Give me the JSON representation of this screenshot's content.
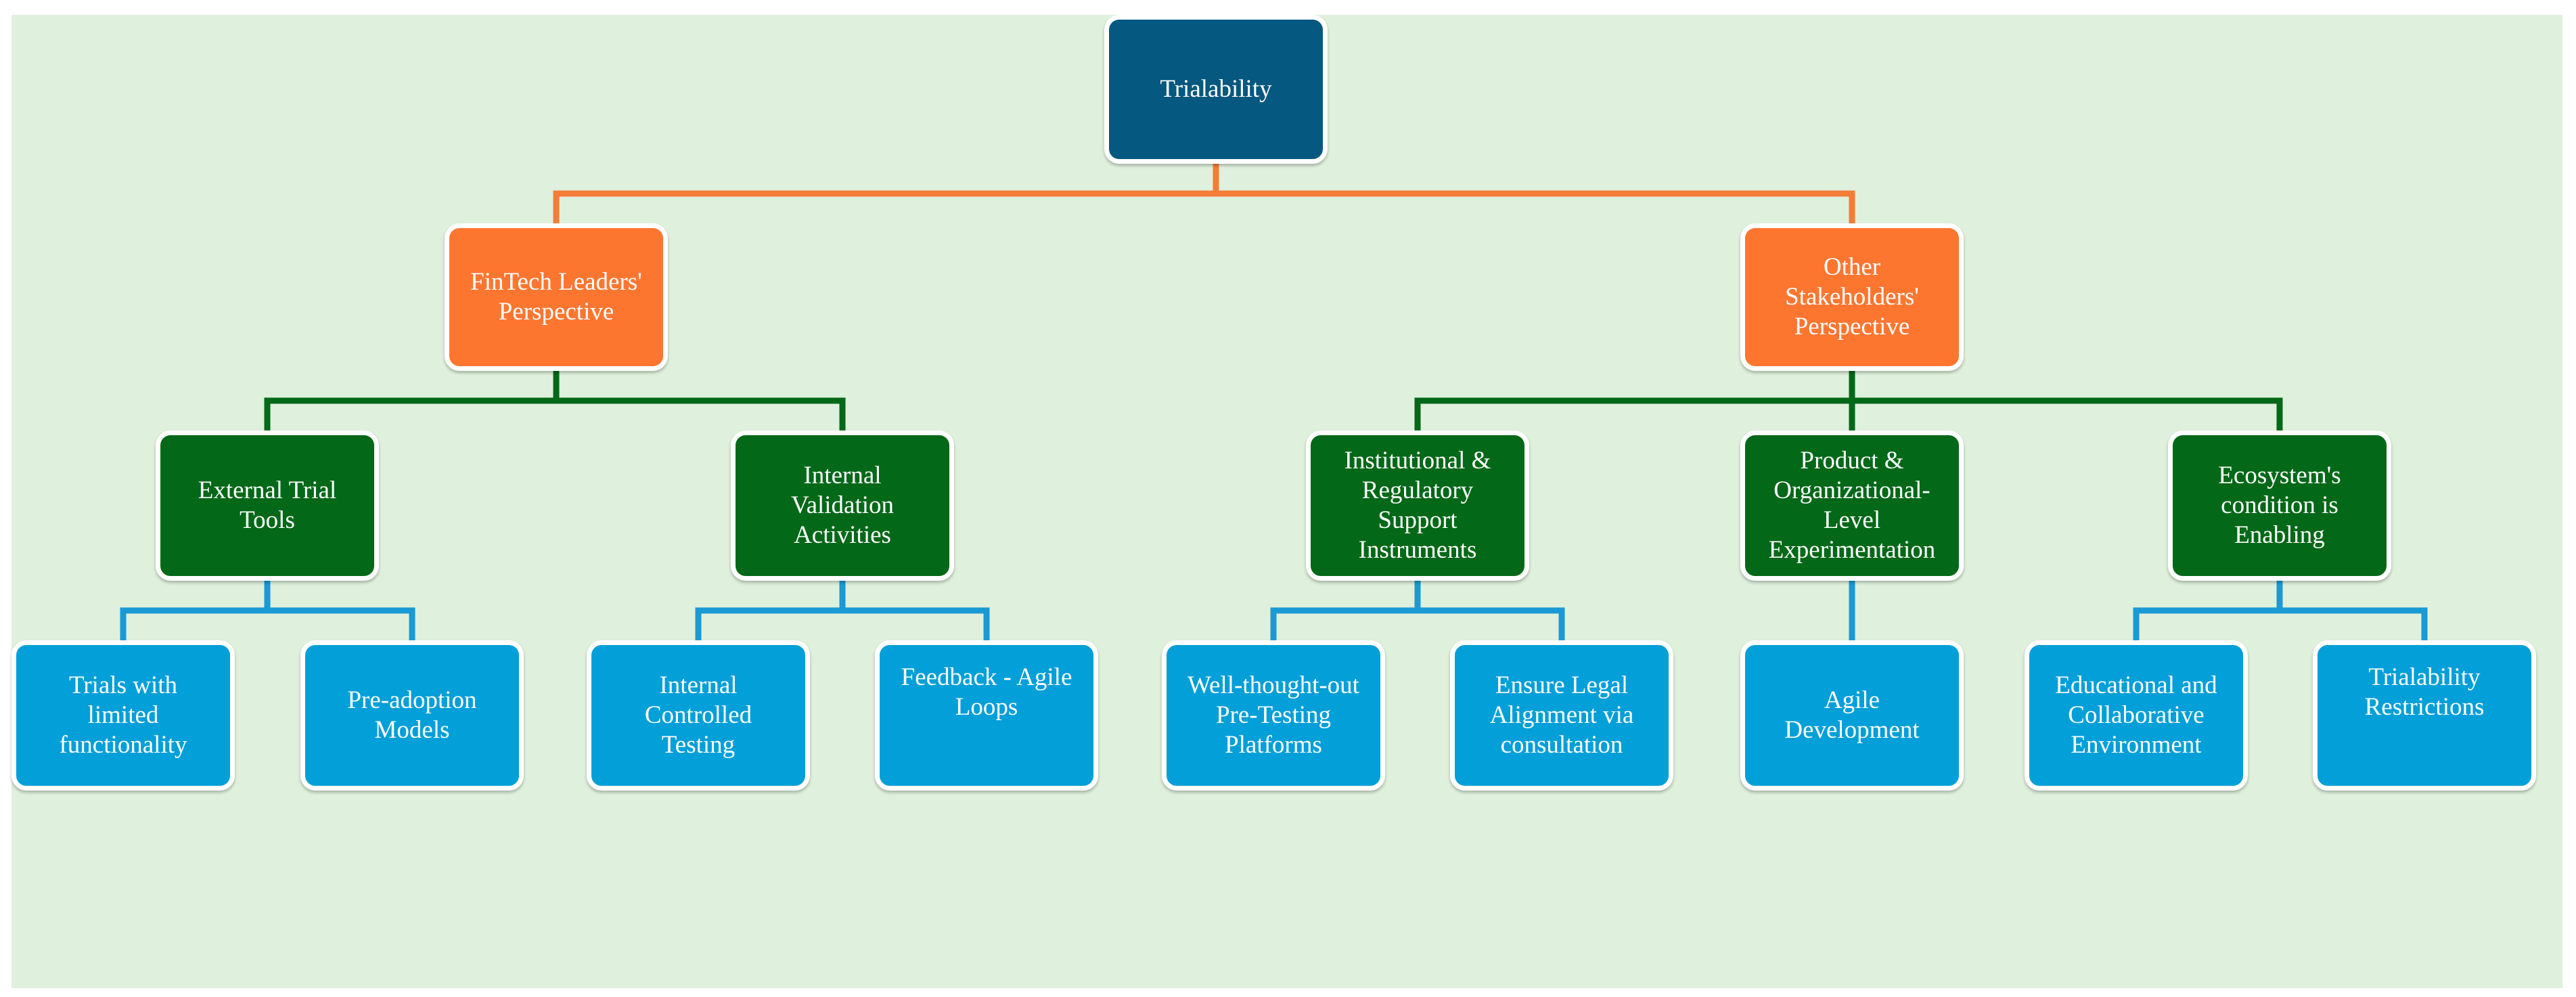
{
  "colors": {
    "background": "#dff0dc",
    "root": "#05587f",
    "perspective": "#fd7630",
    "category": "#036818",
    "leaf": "#039fd8",
    "line_root": "#f47c37",
    "line_category": "#036818",
    "line_leaf": "#1a9ad4"
  },
  "root": {
    "label": "Trialability"
  },
  "perspectives": [
    {
      "label": "FinTech Leaders'\nPerspective"
    },
    {
      "label": "Other\nStakeholders'\nPerspective"
    }
  ],
  "categories": [
    {
      "label": "External Trial\nTools"
    },
    {
      "label": "Internal\nValidation\nActivities"
    },
    {
      "label": "Institutional &\nRegulatory\nSupport\nInstruments"
    },
    {
      "label": "Product &\nOrganizational-\nLevel\nExperimentation"
    },
    {
      "label": "Ecosystem's\ncondition is\nEnabling"
    }
  ],
  "leaves": [
    {
      "label": "Trials with\nlimited\nfunctionality"
    },
    {
      "label": "Pre-adoption\nModels"
    },
    {
      "label": "Internal\nControlled\nTesting"
    },
    {
      "label": "Feedback - Agile\nLoops"
    },
    {
      "label": "Well-thought-out\nPre-Testing\nPlatforms"
    },
    {
      "label": "Ensure Legal\nAlignment via\nconsultation"
    },
    {
      "label": "Agile\nDevelopment"
    },
    {
      "label": "Educational and\nCollaborative\nEnvironment"
    },
    {
      "label": "Trialability\nRestrictions"
    }
  ]
}
